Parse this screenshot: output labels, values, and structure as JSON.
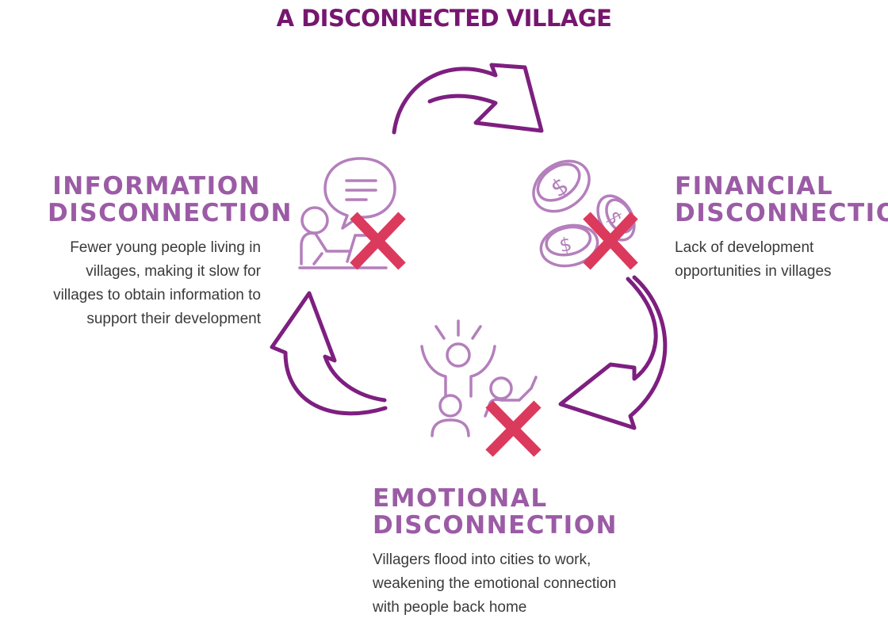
{
  "title": "A DISCONNECTED VILLAGE",
  "colors": {
    "title": "#76166f",
    "arrow": "#7e1f80",
    "heading": "#9b5ba5",
    "icon": "#b47fbc",
    "cross": "#db3a5d",
    "body_text": "#3a3a3a"
  },
  "nodes": {
    "information": {
      "heading": [
        "INFORMATION",
        "DISCONNECTION"
      ],
      "description": [
        "Fewer young people living in",
        "villages, making it slow for",
        "villages to obtain information to",
        "support their development"
      ],
      "icon": "chat-person-laptop-icon"
    },
    "financial": {
      "heading": [
        "FINANCIAL",
        "DISCONNECTION"
      ],
      "description": [
        "Lack of development",
        "opportunities in villages"
      ],
      "icon": "coins-icon"
    },
    "emotional": {
      "heading": [
        "EMOTIONAL",
        "DISCONNECTION"
      ],
      "description": [
        "Villagers flood into cities to work,",
        "weakening the emotional connection",
        "with people back home"
      ],
      "icon": "people-cheering-icon"
    }
  },
  "cross_icon": "x-mark-icon",
  "cycle_arrows": [
    "top-arrow",
    "right-arrow",
    "left-arrow"
  ]
}
